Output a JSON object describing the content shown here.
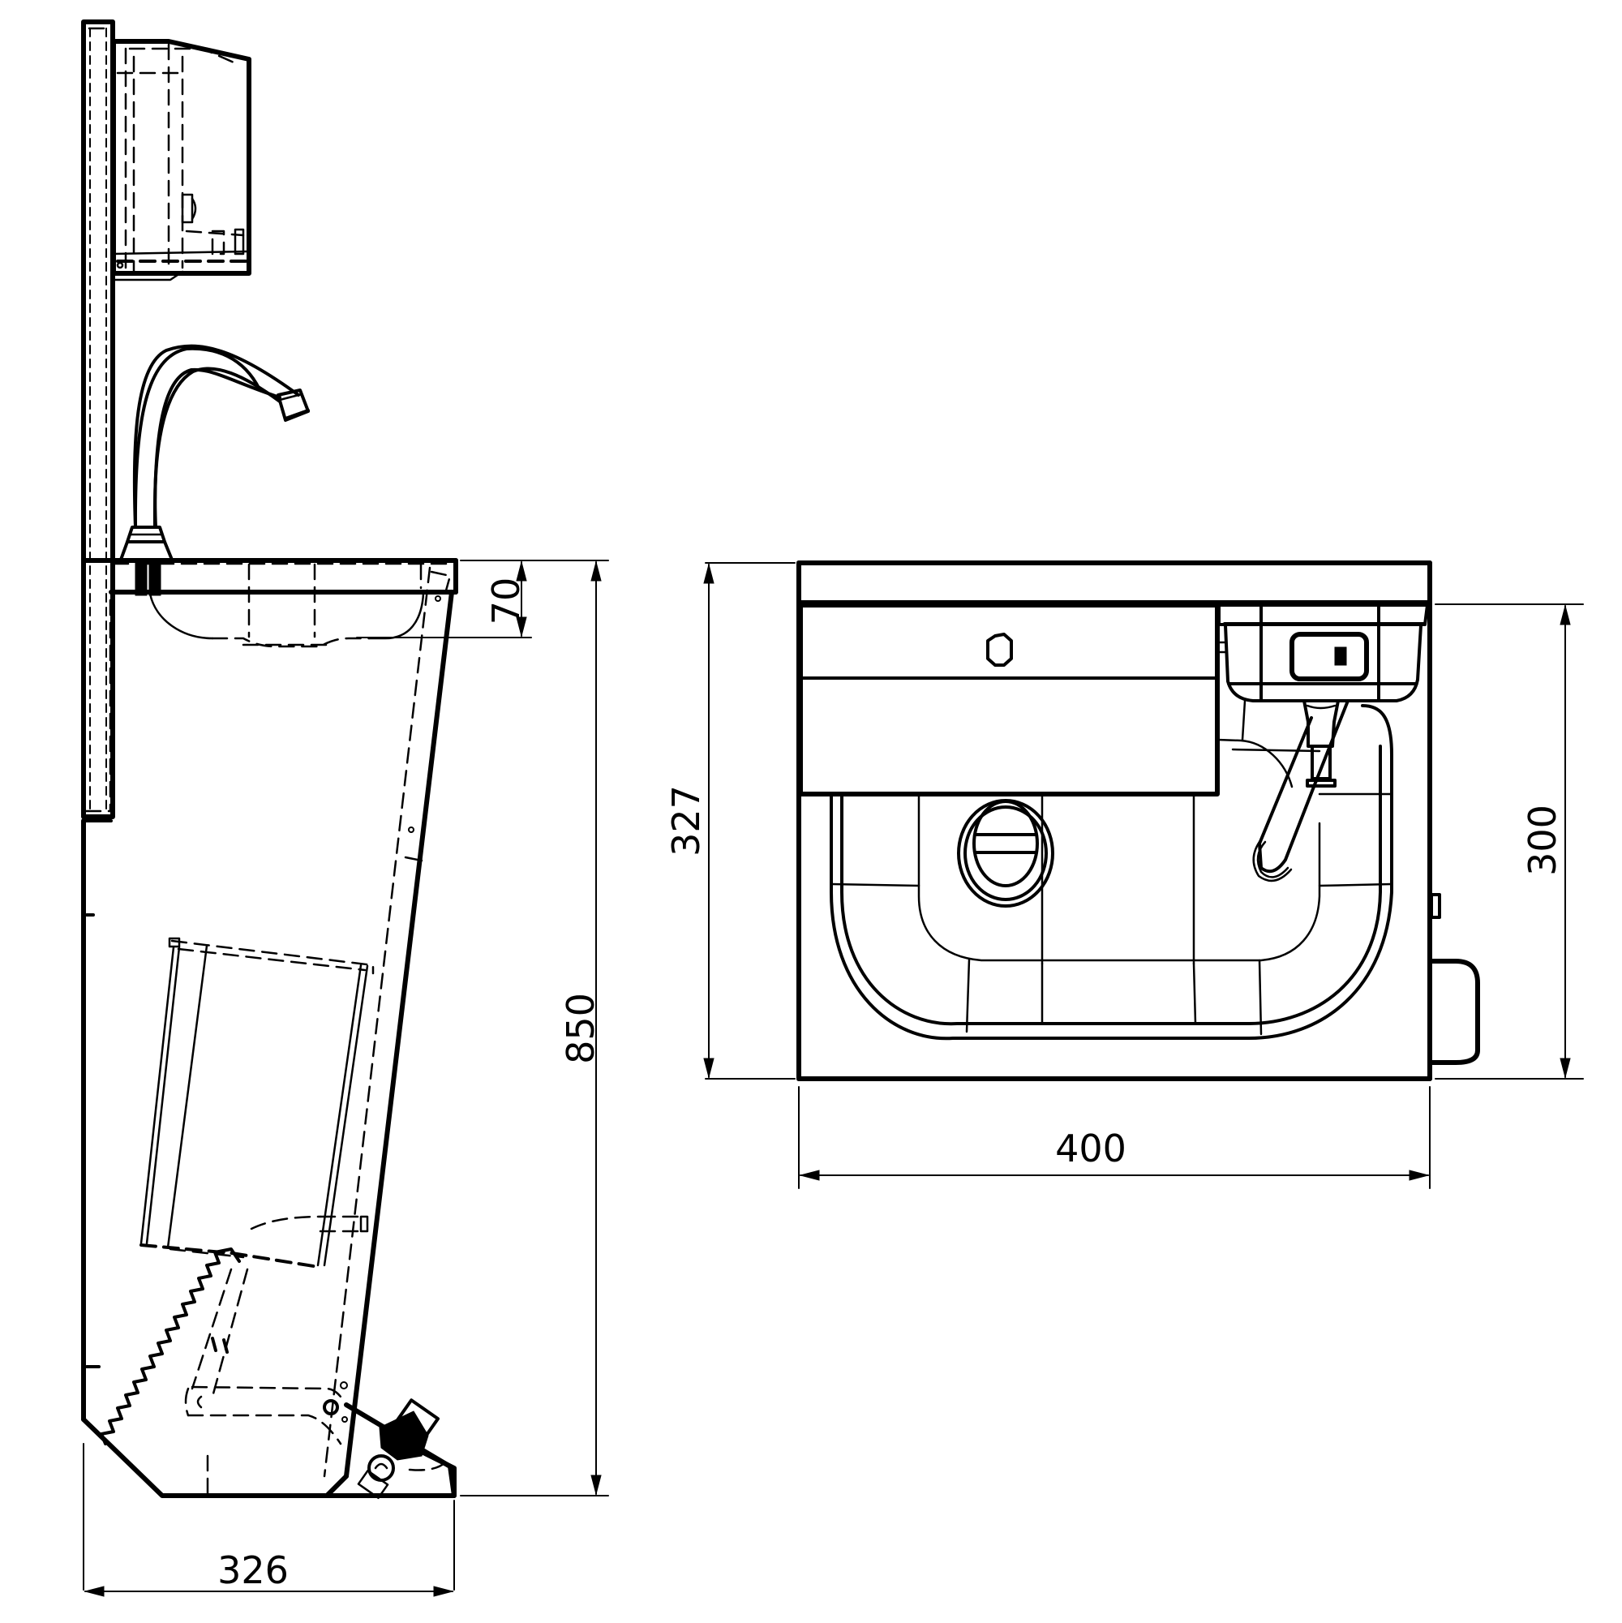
{
  "drawing": {
    "type": "technical-drawing",
    "subject": "hand wash station with knee-operated valve, paper towel dispenser and waste bin",
    "views": [
      {
        "name": "side-elevation",
        "components": [
          "wall-backplate",
          "towel-dispenser",
          "gooseneck-faucet",
          "basin",
          "cabinet-body",
          "waste-bin",
          "return-spring",
          "knee-pedal-lever",
          "valve-assembly"
        ]
      },
      {
        "name": "top-plan",
        "components": [
          "rear-deck",
          "towel-dispenser-top",
          "soap-dispenser",
          "faucet-spout",
          "drain",
          "basin-bowl",
          "side-button",
          "knee-pad"
        ]
      }
    ]
  },
  "dimensions": {
    "side": {
      "basin_depth": {
        "value": "70",
        "unit": "mm",
        "orientation": "vertical"
      },
      "total_height": {
        "value": "850",
        "unit": "mm",
        "orientation": "vertical"
      },
      "total_depth": {
        "value": "326",
        "unit": "mm",
        "orientation": "horizontal"
      }
    },
    "top": {
      "overall_depth": {
        "value": "327",
        "unit": "mm",
        "orientation": "vertical"
      },
      "basin_depth": {
        "value": "300",
        "unit": "mm",
        "orientation": "vertical"
      },
      "width": {
        "value": "400",
        "unit": "mm",
        "orientation": "horizontal"
      }
    }
  },
  "colors": {
    "line": "#000000",
    "background": "#ffffff"
  }
}
